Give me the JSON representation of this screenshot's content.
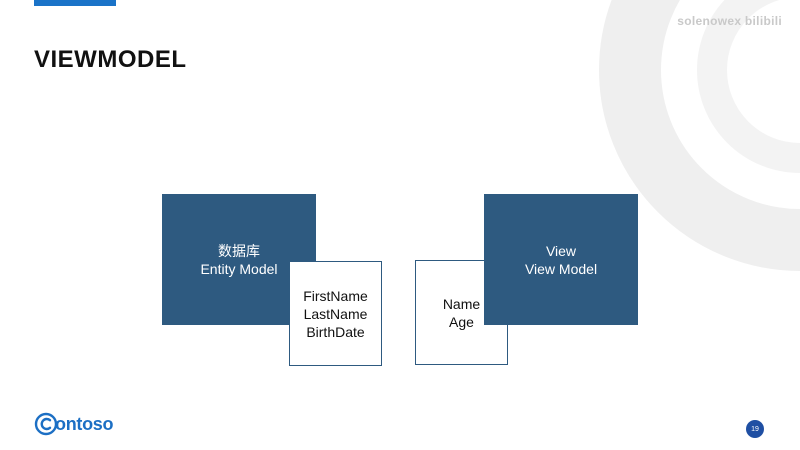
{
  "slide": {
    "title": "VIEWMODEL",
    "watermark": "solenowex bilibili",
    "page_number": "19"
  },
  "entity_box": {
    "line1": "数据库",
    "line2": "Entity Model"
  },
  "entity_fields": {
    "field1": "FirstName",
    "field2": "LastName",
    "field3": "BirthDate"
  },
  "view_box": {
    "line1": "View",
    "line2": "View Model"
  },
  "view_fields": {
    "field1": "Name",
    "field2": "Age"
  },
  "logo": {
    "text": "ontoso"
  },
  "colors": {
    "accent": "#1a73c8",
    "box_fill": "#2e5a80",
    "logo": "#1c6fc4",
    "badge": "#1f4fa3"
  }
}
